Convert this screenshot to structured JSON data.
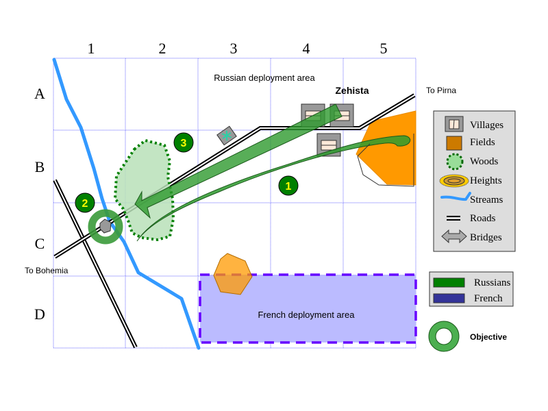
{
  "map": {
    "columns": [
      "1",
      "2",
      "3",
      "4",
      "5"
    ],
    "rows": [
      "A",
      "B",
      "C",
      "D"
    ],
    "labels": {
      "russian_area": "Russian deployment area",
      "french_area": "French deployment area",
      "village_name": "Zehista",
      "to_pirna": "To Pirna",
      "to_bohemia": "To Bohemia"
    },
    "markers": [
      {
        "id": "1",
        "label": "1"
      },
      {
        "id": "2",
        "label": "2"
      },
      {
        "id": "3",
        "label": "3"
      }
    ]
  },
  "legend_terrain": {
    "items": [
      {
        "icon": "village-icon",
        "label": "Villages"
      },
      {
        "icon": "field-icon",
        "label": "Fields"
      },
      {
        "icon": "woods-icon",
        "label": "Woods"
      },
      {
        "icon": "heights-icon",
        "label": "Heights"
      },
      {
        "icon": "stream-icon",
        "label": "Streams"
      },
      {
        "icon": "road-icon",
        "label": "Roads"
      },
      {
        "icon": "bridge-icon",
        "label": "Bridges"
      }
    ]
  },
  "legend_sides": {
    "items": [
      {
        "label": "Russians",
        "color": "#008000"
      },
      {
        "label": "French",
        "color": "#333399"
      }
    ]
  },
  "legend_objective": {
    "label": "Objective"
  },
  "colors": {
    "grid": "#6666ff",
    "stream": "#3399ff",
    "field": "#ff9900",
    "woods_fill": "#b8e0b8",
    "woods_border": "#008000",
    "russian_arrow": "#2e9a2e",
    "marker": "#008000",
    "marker_text": "#ffff00",
    "french_area": "#bbbbff",
    "french_border": "#6600ff",
    "legend_bg": "#dddddd"
  }
}
